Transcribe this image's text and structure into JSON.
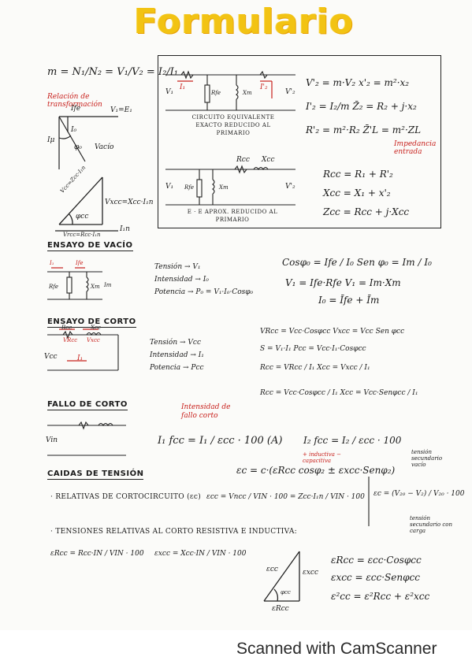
{
  "title": "Formulario",
  "footer": "Scanned with CamScanner",
  "colors": {
    "title": "#f2c313",
    "ink": "#1a1a1a",
    "red": "#c8201c"
  },
  "top_left": {
    "ratio": "m = N₁/N₂ = V₁/V₂ = I₂/I₁",
    "note": "Relación de transformación",
    "vec_labels": {
      "ife": "Ife",
      "v1": "V₁=E₁",
      "i0": "I₀",
      "mu": "Iμ",
      "phi": "φ₀",
      "vacio": "Vacío"
    },
    "tri_labels": {
      "hyp": "Vcc=Zcc·I₁n",
      "vert": "Vxcc=Xcc·I₁n",
      "base": "Vrcc=Rcc·I₁n",
      "ang": "φcc",
      "in": "I₁n"
    }
  },
  "boxed": {
    "circuit1_caption": "CIRCUITO EQUIVALENTE EXACTO REDUCIDO AL PRIMARIO",
    "circuit2_caption": "E · E   APROX. REDUCIDO AL PRIMARIO",
    "labels1": {
      "i1": "I₁",
      "rfe": "Rfe",
      "xm": "Xm",
      "v1": "V₁",
      "v2": "V'₂",
      "i2": "I'₂"
    },
    "labels2": {
      "rcc": "Rcc",
      "xcc": "Xcc",
      "rfe": "Rfe",
      "xm": "Xm",
      "v1": "V₁",
      "v2": "V'₂"
    },
    "formulas1": [
      "V'₂ = m·V₂   x'₂ = m²·x₂",
      "I'₂ = I₂/m   Z̄₂ = R₂ + j·x₂",
      "R'₂ = m²·R₂   Z̄'L = m²·ZL"
    ],
    "impedance_note": "Impedancia entrada",
    "formulas2": [
      "Rcc = R₁ + R'₂",
      "Xcc = X₁ + x'₂",
      "Zcc = Rcc + j·Xcc"
    ]
  },
  "vacio": {
    "heading": "ENSAYO DE VACÍO",
    "rows": [
      "Tensión → V₁",
      "Intensidad → I₀",
      "Potencia → P₀ = V₁·I₀·Cosφ₀"
    ],
    "f1": "Cosφ₀ = Ife / I₀     Sen φ₀ = Im / I₀",
    "f2": "V₁ = Ife·Rfe   V₁ = Im·Xm",
    "f3": "I₀ = Īfe + Īm",
    "clabels": {
      "i1": "I₁",
      "ife": "Ife",
      "im": "Im",
      "rfe": "Rfe",
      "xm": "Xm"
    }
  },
  "corto": {
    "heading": "ENSAYO DE CORTO",
    "rows": [
      "Tensión → Vcc",
      "Intensidad → I₁",
      "Potencia → Pcc"
    ],
    "f1": "VRcc = Vcc·Cosφcc   Vxcc = Vcc Sen φcc",
    "f2": "S = V₁·I₁   Pcc = Vcc·I₁·Cosφcc",
    "f3": "Rcc = VRcc / I₁     Xcc = Vxcc / I₁",
    "f4": "Rcc = Vcc·Cosφcc / I₁     Xcc = Vcc·Senφcc / I₁",
    "clabels": {
      "rcc": "Rcc",
      "xcc": "Xcc",
      "vrcc": "VRcc",
      "vxcc": "Vxcc",
      "vcc": "Vcc",
      "i1": "I₁"
    }
  },
  "fallo": {
    "heading": "FALLO DE CORTO",
    "note": "Intensidad de fallo corto",
    "f1": "I₁ fcc = I₁ / εcc · 100   (A)",
    "f2": "I₂ fcc = I₂ / εcc · 100",
    "ind_note": "+ inductiva  − capacitiva",
    "vin": "Vin"
  },
  "caidas": {
    "heading": "CAIDAS DE TENSIÓN",
    "ec": "εc = c·(εRcc cosφ₂ ± εxcc·Senφ₂)",
    "relativas_label": "· RELATIVAS DE CORTOCIRCUITO (εc)",
    "relativas_formula": "εcc = Vncc / VIN · 100 = Zcc·I₁n / VIN · 100",
    "ec2": "εc = (V₂₀ − V₂) / V₂₀ · 100",
    "note_top": "tensión secundario vacío",
    "note_bot": "tensión secundario con carga",
    "tension_label": "· TENSIONES RELATIVAS AL CORTO RESISTIVA E INDUCTIVA:",
    "erc": "εRcc = Rcc·IN / VIN · 100",
    "exc": "εxcc = Xcc·IN / VIN · 100",
    "tri": {
      "hyp": "εcc",
      "vert": "εxcc",
      "base": "εRcc",
      "ang": "φcc"
    },
    "final": [
      "εRcc = εcc·Cosφcc",
      "εxcc = εcc·Senφcc",
      "ε²cc = ε²Rcc + ε²xcc"
    ]
  }
}
